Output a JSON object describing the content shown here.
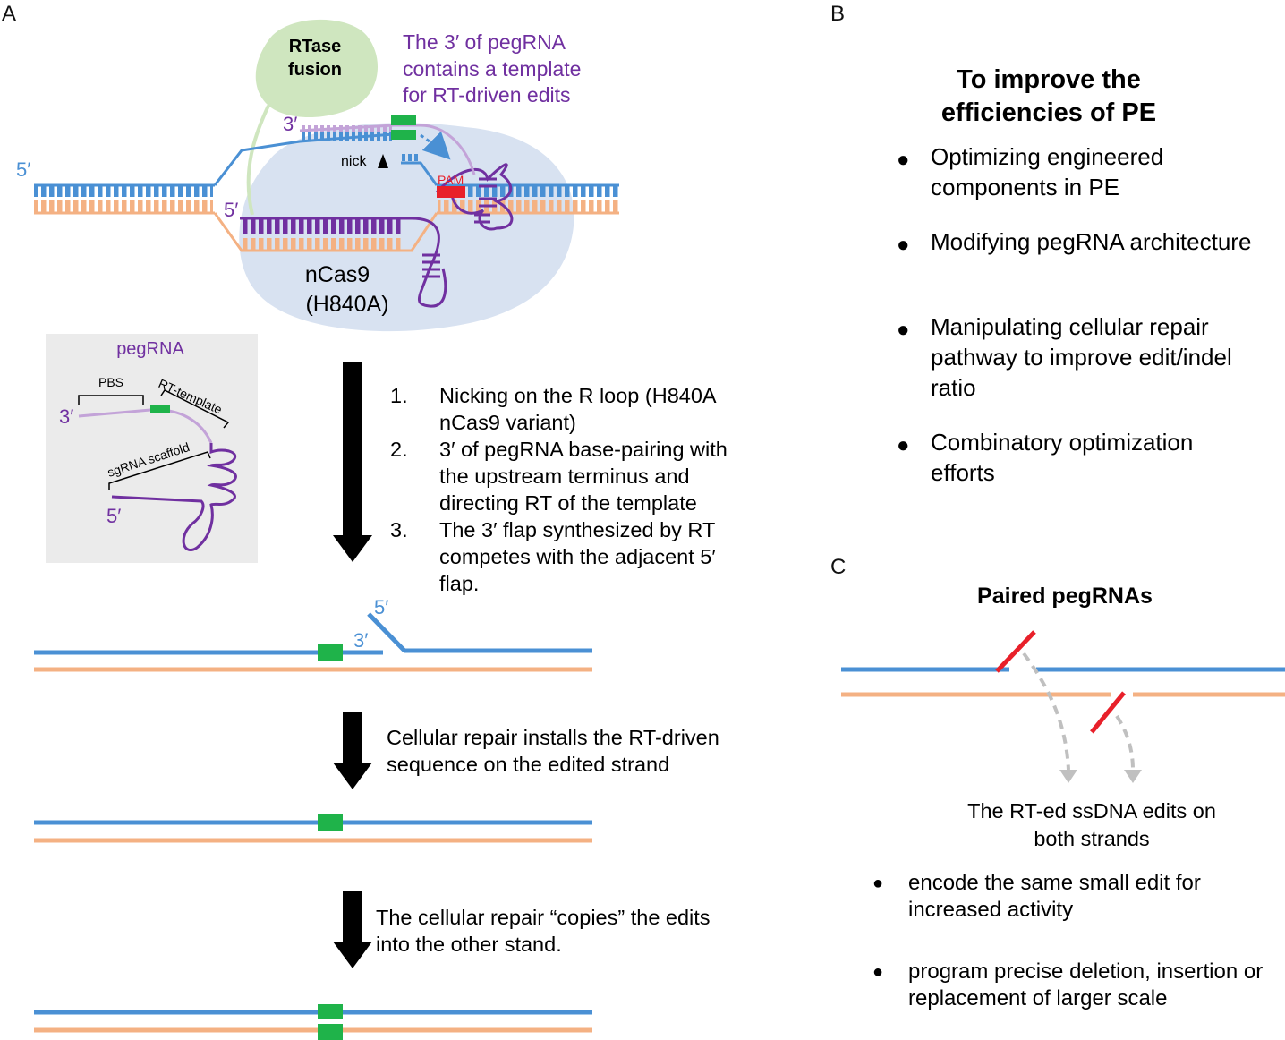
{
  "panels": {
    "a": "A",
    "b": "B",
    "c": "C"
  },
  "colors": {
    "blue": "#4a90d4",
    "orange": "#f4b183",
    "purple": "#7030a0",
    "light_purple": "#c3a3d8",
    "green": "#1fb34a",
    "red": "#e8202a",
    "grey_arrow": "#c0c0c0",
    "rtase_green": "#cfe6bf",
    "cas9_blue": "#d8e2f1",
    "inset_grey": "#ebebeb"
  },
  "panel_a": {
    "rtase_label": [
      "RTase",
      "fusion"
    ],
    "pegRNA_note": [
      "The 3′ of pegRNA",
      "contains a template",
      "for RT-driven edits"
    ],
    "label_3prime": "3′",
    "label_5prime": "5′",
    "nick": "nick",
    "pam": "PAM",
    "ncas9": [
      "nCas9",
      "(H840A)"
    ],
    "inset": {
      "title": "pegRNA",
      "pbs": "PBS",
      "rt_template": "RT-template",
      "scaffold": "sgRNA scaffold",
      "end3": "3′",
      "end5": "5′"
    },
    "steps": [
      {
        "num": "1.",
        "text": "Nicking on the R loop (H840A nCas9 variant)"
      },
      {
        "num": "2.",
        "text": "3′ of pegRNA base-pairing with the upstream terminus and directing RT of the template"
      },
      {
        "num": "3.",
        "text": "The 3′ flap synthesized by RT competes with the adjacent 5′ flap."
      }
    ],
    "flap_5": "5′",
    "flap_3": "3′",
    "repair1": "Cellular repair installs the RT-driven sequence on the edited strand",
    "repair2": "The cellular repair “copies” the edits into the other stand."
  },
  "panel_b": {
    "title": "To improve the efficiencies of PE",
    "bullets": [
      "Optimizing engineered components in PE",
      "Modifying pegRNA architecture",
      "Manipulating cellular repair pathway to improve edit/indel ratio",
      "Combinatory optimization efforts"
    ]
  },
  "panel_c": {
    "title": "Paired pegRNAs",
    "caption": "The RT-ed ssDNA edits on both strands",
    "bullets": [
      "encode the same small edit for increased activity",
      "program precise deletion, insertion or replacement of larger scale"
    ]
  }
}
